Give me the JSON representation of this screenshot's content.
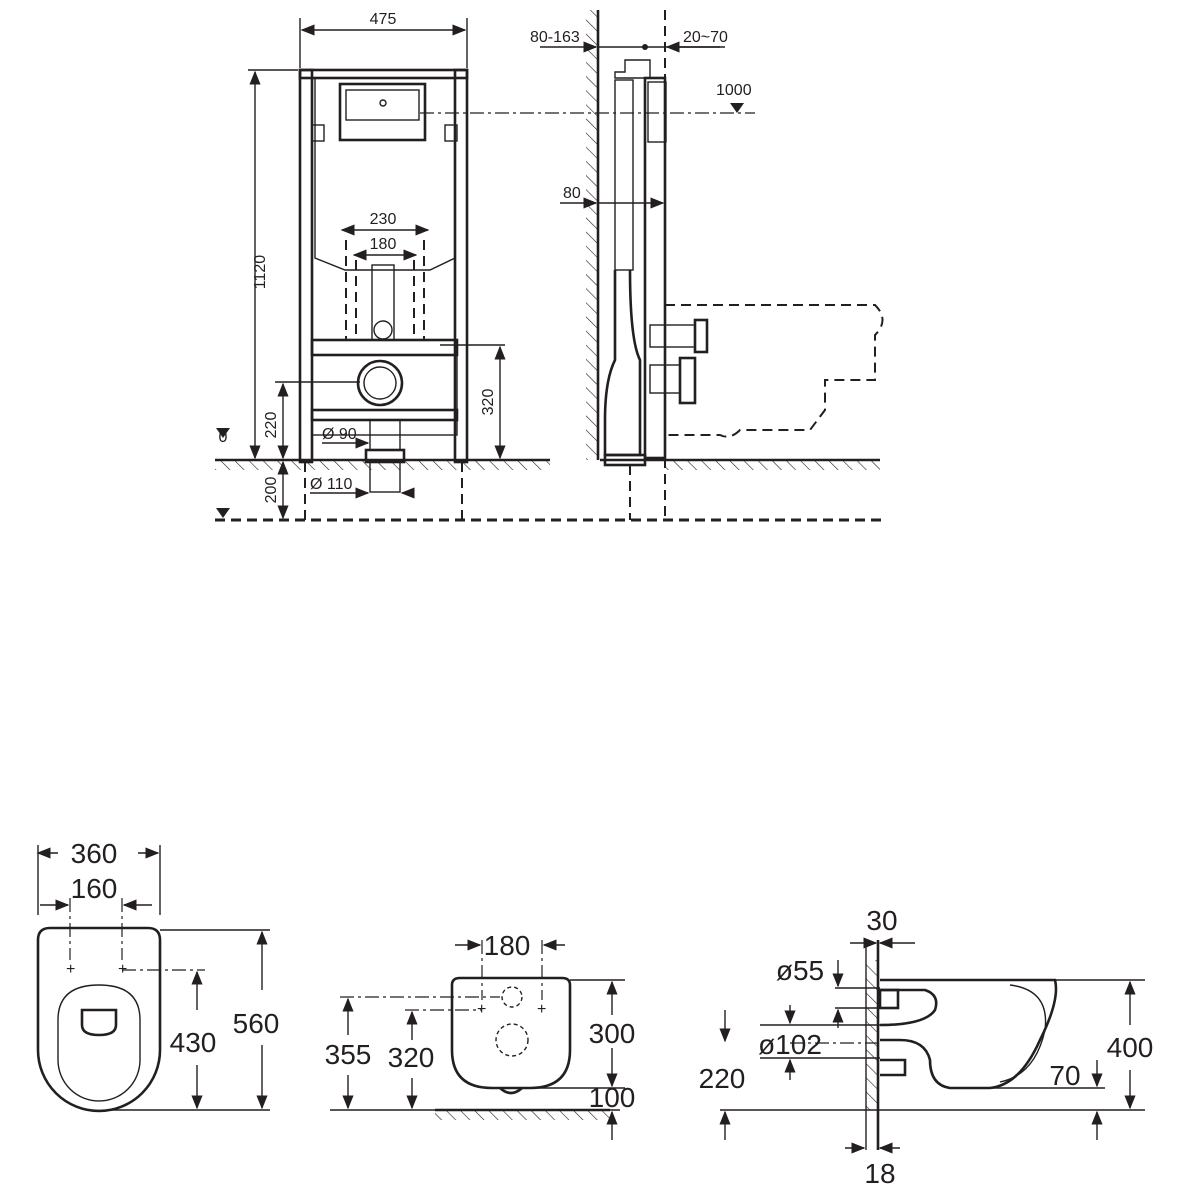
{
  "frame_front_view": {
    "width": "475",
    "height": "1120",
    "flush_spacing_outer": "230",
    "flush_spacing_inner": "180",
    "outlet_height": "320",
    "drain_height": "220",
    "floor_level": "0",
    "outlet_diameter": "Ø 90",
    "drain_diameter": "Ø 110",
    "below_floor": "200"
  },
  "frame_side_view": {
    "wall_gap": "80-163",
    "depth_adjust": "20~70",
    "actuator_height": "1000",
    "frame_depth": "80"
  },
  "toilet_top_view": {
    "width": "360",
    "fixing_spacing": "160",
    "fixing_to_front": "430",
    "length": "560"
  },
  "toilet_back_view": {
    "fixing_spacing": "180",
    "inlet_height": "355",
    "outlet_height": "320",
    "bowl_height": "300",
    "floor_gap": "100"
  },
  "toilet_side_view": {
    "wall_offset": "30",
    "inlet_diameter": "ø55",
    "outlet_diameter": "ø102",
    "outlet_height": "220",
    "rim_height": "400",
    "bowl_bottom": "70",
    "panel_thickness": "18"
  }
}
